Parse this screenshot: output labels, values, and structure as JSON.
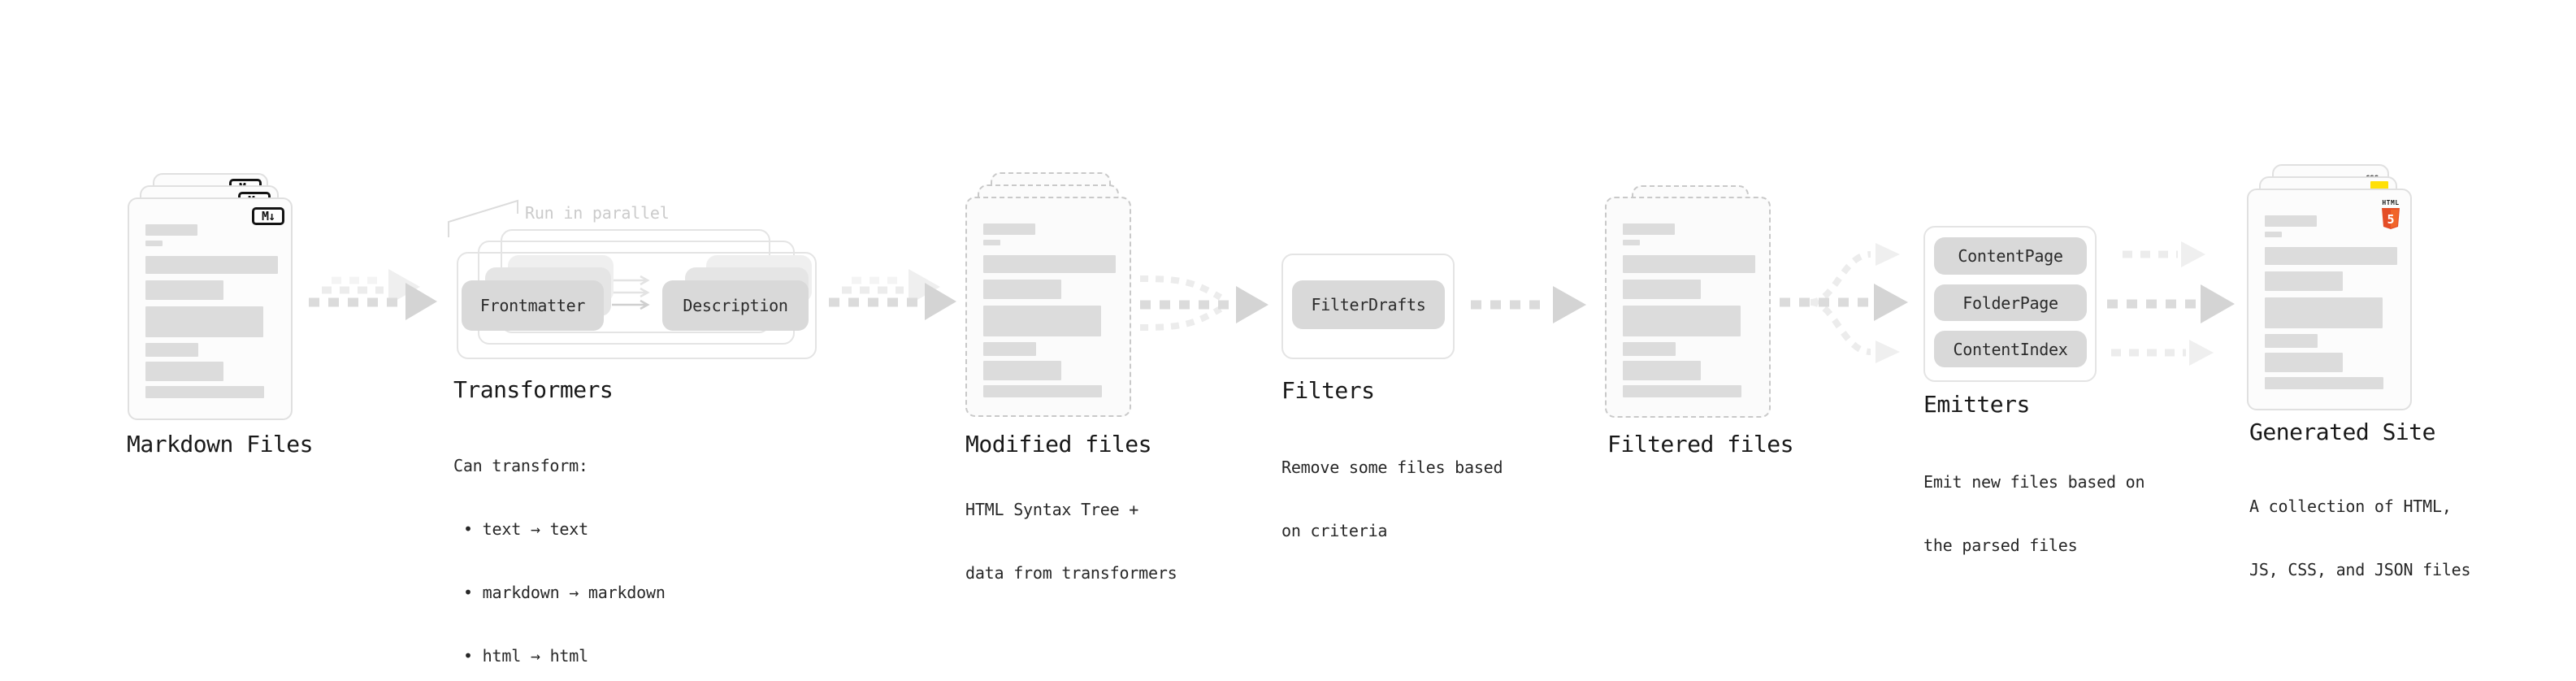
{
  "sections": {
    "markdown": {
      "title": "Markdown Files",
      "badge": "M↓"
    },
    "transformers": {
      "title": "Transformers",
      "note": "Run in parallel",
      "pills": [
        "Frontmatter",
        "Description"
      ],
      "intro": "Can transform:",
      "bullets": [
        "• text → text",
        "• markdown → markdown",
        "• html → html"
      ]
    },
    "modified": {
      "title": "Modified files",
      "desc": [
        "HTML Syntax Tree +",
        "data from transformers"
      ]
    },
    "filters": {
      "title": "Filters",
      "pills": [
        "FilterDrafts"
      ],
      "desc": [
        "Remove some files based",
        "on criteria"
      ]
    },
    "filtered": {
      "title": "Filtered files"
    },
    "emitters": {
      "title": "Emitters",
      "pills": [
        "ContentPage",
        "FolderPage",
        "ContentIndex"
      ],
      "desc": [
        "Emit new files based on",
        "the parsed files"
      ]
    },
    "generated": {
      "title": "Generated Site",
      "desc": [
        "A collection of HTML,",
        "JS, CSS, and JSON files"
      ],
      "badges": {
        "css_label": "CSS",
        "html_label": "HTML",
        "html_number": "5"
      }
    }
  },
  "colors": {
    "markdown_badge_border": "#141414",
    "html5_shield": "#E44D26",
    "html5_shield_light": "#F16529",
    "js_badge_yellow": "#FFE008",
    "css_badge_blue": "#2F6BE4",
    "pill_fill": "#D9D9D9",
    "card_border": "#E0E0E0",
    "dashed_border": "#C9C9C9",
    "doc_line_fill": "#DCDCDC",
    "arrow_dark": "#DBDBDB",
    "arrow_light": "#ECECEC",
    "note_text": "#CBCBCB",
    "text_primary": "#191919"
  }
}
